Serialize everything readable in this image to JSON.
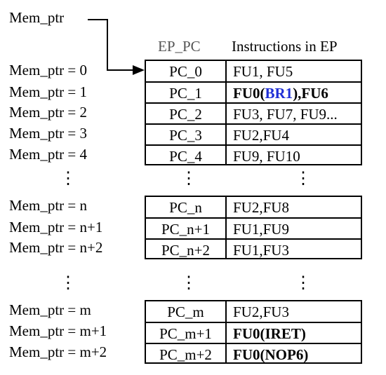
{
  "mem_ptr_label": "Mem_ptr",
  "headers": {
    "ep_pc": "EP_PC",
    "instructions": "Instructions in EP"
  },
  "group1_labels": [
    "Mem_ptr = 0",
    "Mem_ptr = 1",
    "Mem_ptr = 2",
    "Mem_ptr = 3",
    "Mem_ptr = 4"
  ],
  "group2_labels": [
    "Mem_ptr = n",
    "Mem_ptr = n+1",
    "Mem_ptr = n+2"
  ],
  "group3_labels": [
    "Mem_ptr = m",
    "Mem_ptr = m+1",
    "Mem_ptr = m+2"
  ],
  "table1": [
    {
      "pc": "PC_0",
      "instr": "FU1, FU5"
    },
    {
      "pc": "PC_1",
      "instr_parts": [
        "FU0(",
        "BR1",
        "),FU6"
      ]
    },
    {
      "pc": "PC_2",
      "instr": "FU3, FU7, FU9..."
    },
    {
      "pc": "PC_3",
      "instr": "FU2,FU4"
    },
    {
      "pc": "PC_4",
      "instr": "FU9, FU10"
    }
  ],
  "table2": [
    {
      "pc": "PC_n",
      "instr": "FU2,FU8"
    },
    {
      "pc": "PC_n+1",
      "instr": "FU1,FU9"
    },
    {
      "pc": "PC_n+2",
      "instr": "FU1,FU3"
    }
  ],
  "table3": [
    {
      "pc": "PC_m",
      "instr": "FU2,FU3"
    },
    {
      "pc": "PC_m+1",
      "instr": "FU0(IRET)"
    },
    {
      "pc": "PC_m+2",
      "instr": "FU0(NOP6)"
    }
  ],
  "ellipsis": "⋮",
  "colors": {
    "highlight": "#1f2fd6",
    "line": "#000000"
  }
}
